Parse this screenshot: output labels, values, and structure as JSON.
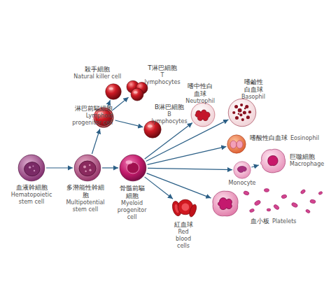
{
  "diagram": {
    "nodes": [
      {
        "text": [
          "血液幹細胞",
          "Hematopoietic stem cell"
        ]
      },
      {
        "text": [
          "多潛能性幹細胞",
          "Multipotential stem cell"
        ]
      },
      {
        "text": [
          "淋巴前驅細胞",
          "Lymphoid progenitor cell"
        ]
      },
      {
        "text": [
          "殺手細胞",
          "Natural killer cell"
        ]
      },
      {
        "text": [
          "T淋巴細胞",
          "T lymphocytes"
        ]
      },
      {
        "text": [
          "B淋巴細胞",
          "B lymphocytes"
        ]
      },
      {
        "text": [
          "骨髓前驅細胞",
          "Myeloid progenitor cell"
        ]
      },
      {
        "text": [
          "嗜中性白血球",
          "Neutrophil"
        ]
      },
      {
        "text": [
          "嗜鹼性白血球",
          "Basophil"
        ]
      },
      {
        "text": [
          "嗜酸性白血球",
          "Eosinophil"
        ]
      },
      {
        "text": [
          "巨噬細胞",
          "Macrophage"
        ]
      },
      {
        "text": [
          "Monocyte"
        ]
      },
      {
        "text": [
          "血小板",
          "Platelets"
        ]
      },
      {
        "text": [
          "紅血球",
          "Red blood cells"
        ]
      }
    ],
    "edges": [
      {
        "from": 0,
        "to": 1,
        "arrow": "to"
      },
      {
        "from": 1,
        "to": 2,
        "arrow": "to"
      },
      {
        "from": 1,
        "to": 6,
        "arrow": "to"
      },
      {
        "from": 2,
        "to": 3,
        "arrow": "to"
      },
      {
        "from": 2,
        "to": 4,
        "arrow": "to"
      },
      {
        "from": 2,
        "to": 5,
        "arrow": "to"
      },
      {
        "from": 6,
        "to": 7,
        "arrow": "to"
      },
      {
        "from": 6,
        "to": 8,
        "arrow": "to"
      },
      {
        "from": 6,
        "to": 9,
        "arrow": "to"
      },
      {
        "from": 6,
        "to": 11,
        "arrow": "to"
      },
      {
        "from": 6,
        "to": 12,
        "arrow": "to"
      },
      {
        "from": 6,
        "to": 13,
        "arrow": "to"
      },
      {
        "from": 11,
        "to": 10,
        "arrow": "to"
      }
    ]
  }
}
